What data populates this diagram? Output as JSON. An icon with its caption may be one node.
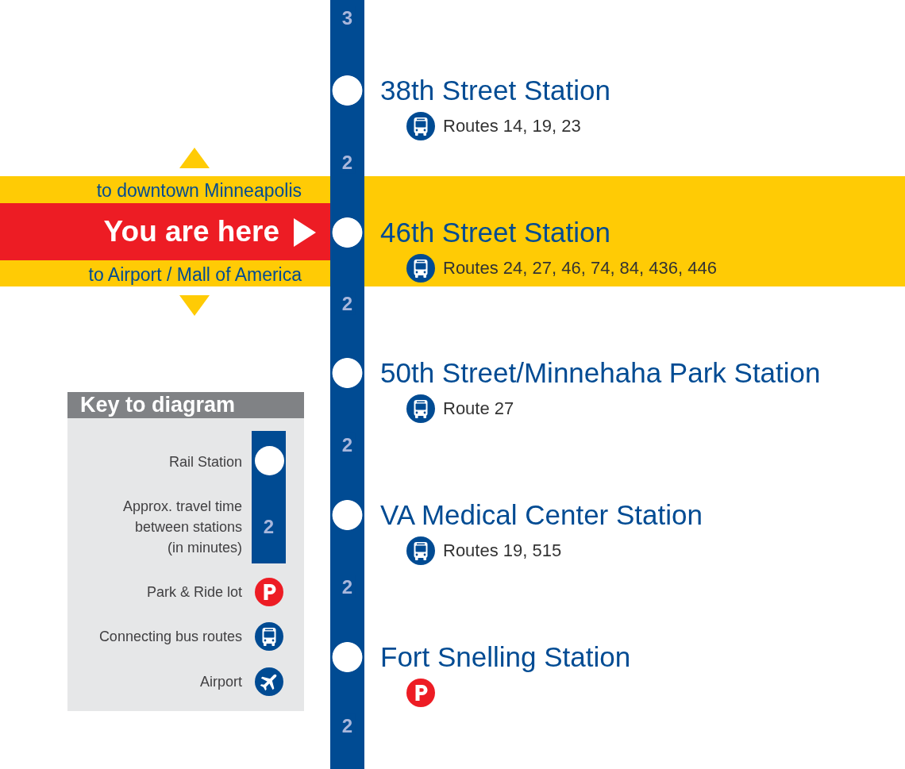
{
  "diagram": {
    "nodes": [
      {
        "text": [],
        "shape": "circle",
        "beside": [
          "38th Street Station",
          "Routes 14, 19, 23"
        ]
      },
      {
        "text": [
          "to downtown Minneapolis",
          "to Airport / Mall of America"
        ]
      },
      {
        "text": [
          "You are here"
        ],
        "in": 1
      },
      {
        "text": [],
        "shape": "circle",
        "in": 1,
        "beside": [
          "46th Street Station",
          "Routes 24, 27, 46, 74, 84, 436, 446"
        ]
      },
      {
        "text": [],
        "shape": "circle",
        "beside": [
          "50th Street/Minnehaha Park Station",
          "Route 27"
        ]
      },
      {
        "text": [],
        "shape": "circle",
        "beside": [
          "VA Medical Center Station",
          "Routes 19, 515"
        ]
      },
      {
        "text": [],
        "shape": "circle",
        "beside": [
          "Fort Snelling Station"
        ]
      }
    ],
    "edges": [
      {
        "from": null,
        "to": 0,
        "arrow": "none",
        "label": "3"
      },
      {
        "from": 0,
        "to": 3,
        "arrow": "none",
        "label": "2"
      },
      {
        "from": 3,
        "to": 4,
        "arrow": "none",
        "label": "2"
      },
      {
        "from": 4,
        "to": 5,
        "arrow": "none",
        "label": "2"
      },
      {
        "from": 5,
        "to": 6,
        "arrow": "none",
        "label": "2"
      },
      {
        "from": 6,
        "to": null,
        "arrow": "none",
        "label": "2"
      }
    ],
    "labels": [
      "Key to diagram",
      "2"
    ],
    "legend": [
      {
        "text": "Rail Station"
      },
      {
        "text": "Approx. travel time between stations (in minutes)"
      },
      {
        "text": "Park & Ride lot"
      },
      {
        "text": "Connecting bus routes"
      },
      {
        "text": "Airport"
      }
    ]
  }
}
